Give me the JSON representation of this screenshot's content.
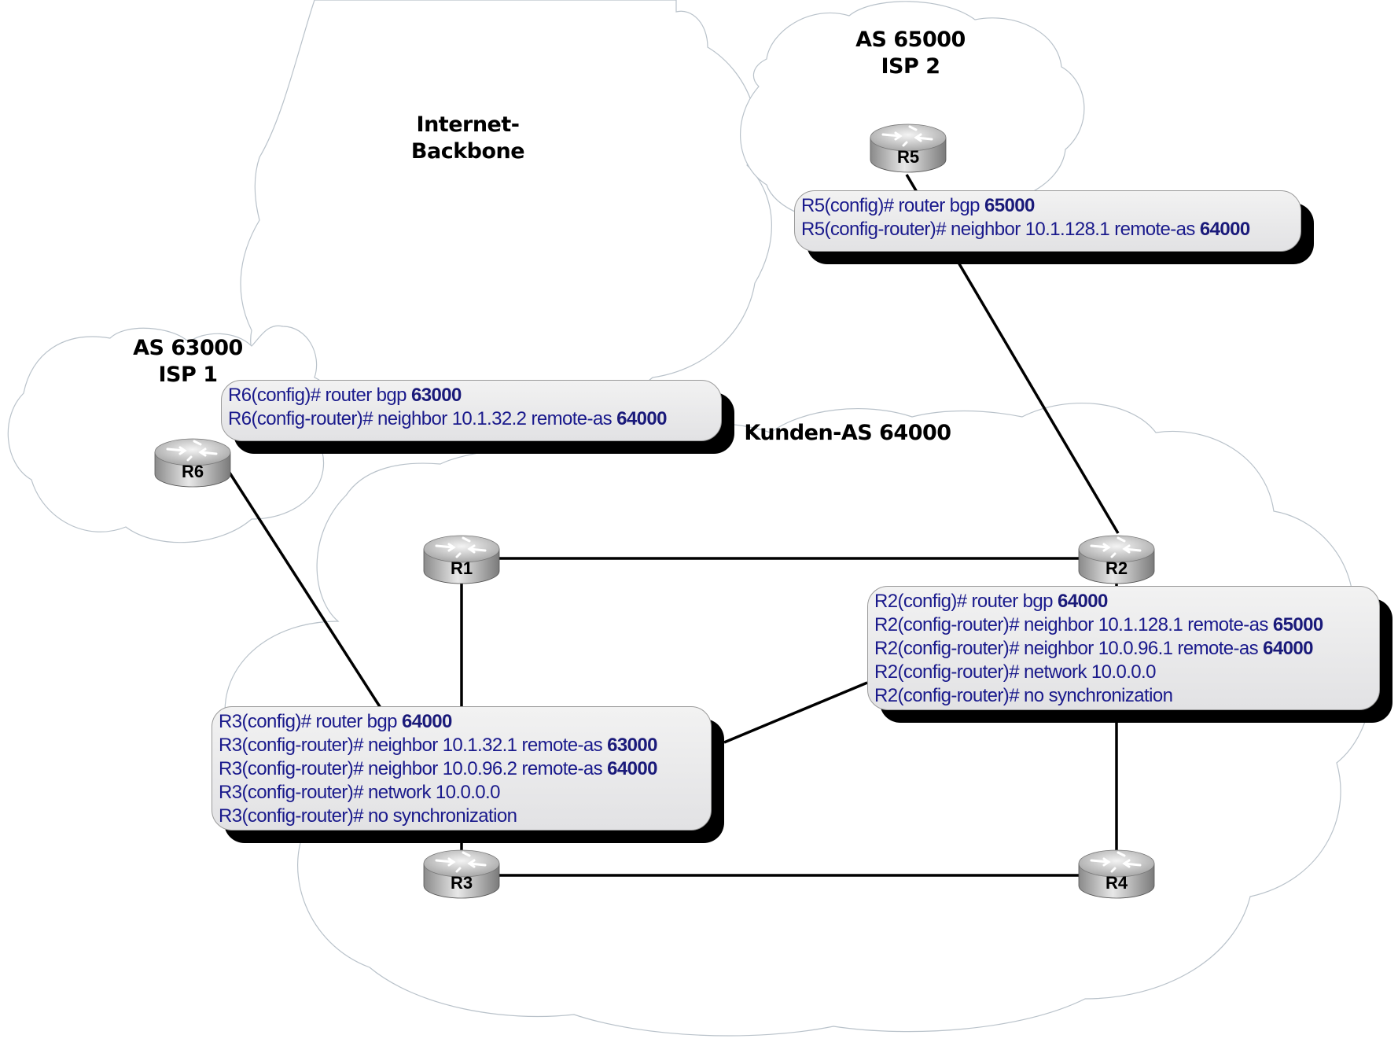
{
  "diagram": {
    "clouds": [
      {
        "id": "internet-backbone",
        "label_lines": [
          "Internet-",
          "Backbone"
        ]
      },
      {
        "id": "isp2",
        "label_lines": [
          "AS 65000",
          "ISP 2"
        ]
      },
      {
        "id": "isp1",
        "label_lines": [
          "AS 63000",
          "ISP 1"
        ]
      },
      {
        "id": "customer",
        "label_lines": [
          "Kunden-AS 64000"
        ]
      }
    ],
    "routers": [
      {
        "id": "R1",
        "label": "R1"
      },
      {
        "id": "R2",
        "label": "R2"
      },
      {
        "id": "R3",
        "label": "R3"
      },
      {
        "id": "R4",
        "label": "R4"
      },
      {
        "id": "R5",
        "label": "R5"
      },
      {
        "id": "R6",
        "label": "R6"
      }
    ],
    "links": [
      [
        "R5",
        "R2"
      ],
      [
        "R6",
        "R3"
      ],
      [
        "R1",
        "R2"
      ],
      [
        "R1",
        "R3"
      ],
      [
        "R3",
        "R4"
      ],
      [
        "R2",
        "R4"
      ],
      [
        "R2",
        "R3"
      ]
    ],
    "configs": {
      "R5": [
        {
          "text": "R5(config)# router bgp ",
          "bold": "65000"
        },
        {
          "text": "R5(config-router)# neighbor 10.1.128.1 remote-as ",
          "bold": "64000"
        }
      ],
      "R6": [
        {
          "text": "R6(config)# router bgp ",
          "bold": "63000"
        },
        {
          "text": "R6(config-router)# neighbor 10.1.32.2 remote-as ",
          "bold": "64000"
        }
      ],
      "R2": [
        {
          "text": "R2(config)# router bgp ",
          "bold": "64000"
        },
        {
          "text": "R2(config-router)# neighbor 10.1.128.1 remote-as ",
          "bold": "65000"
        },
        {
          "text": "R2(config-router)# neighbor 10.0.96.1 remote-as ",
          "bold": "64000"
        },
        {
          "text": "R2(config-router)# network 10.0.0.0",
          "bold": ""
        },
        {
          "text": "R2(config-router)# no synchronization",
          "bold": ""
        }
      ],
      "R3": [
        {
          "text": "R3(config)# router bgp ",
          "bold": "64000"
        },
        {
          "text": "R3(config-router)# neighbor 10.1.32.1 remote-as ",
          "bold": "63000"
        },
        {
          "text": "R3(config-router)# neighbor 10.0.96.2 remote-as ",
          "bold": "64000"
        },
        {
          "text": "R3(config-router)# network 10.0.0.0",
          "bold": ""
        },
        {
          "text": "R3(config-router)# no synchronization",
          "bold": ""
        }
      ]
    },
    "colors": {
      "config_text": "#1a1a8c",
      "config_bg": "#e6e6e8",
      "cloud_stroke": "#b8c0c8",
      "link": "#000000"
    }
  }
}
